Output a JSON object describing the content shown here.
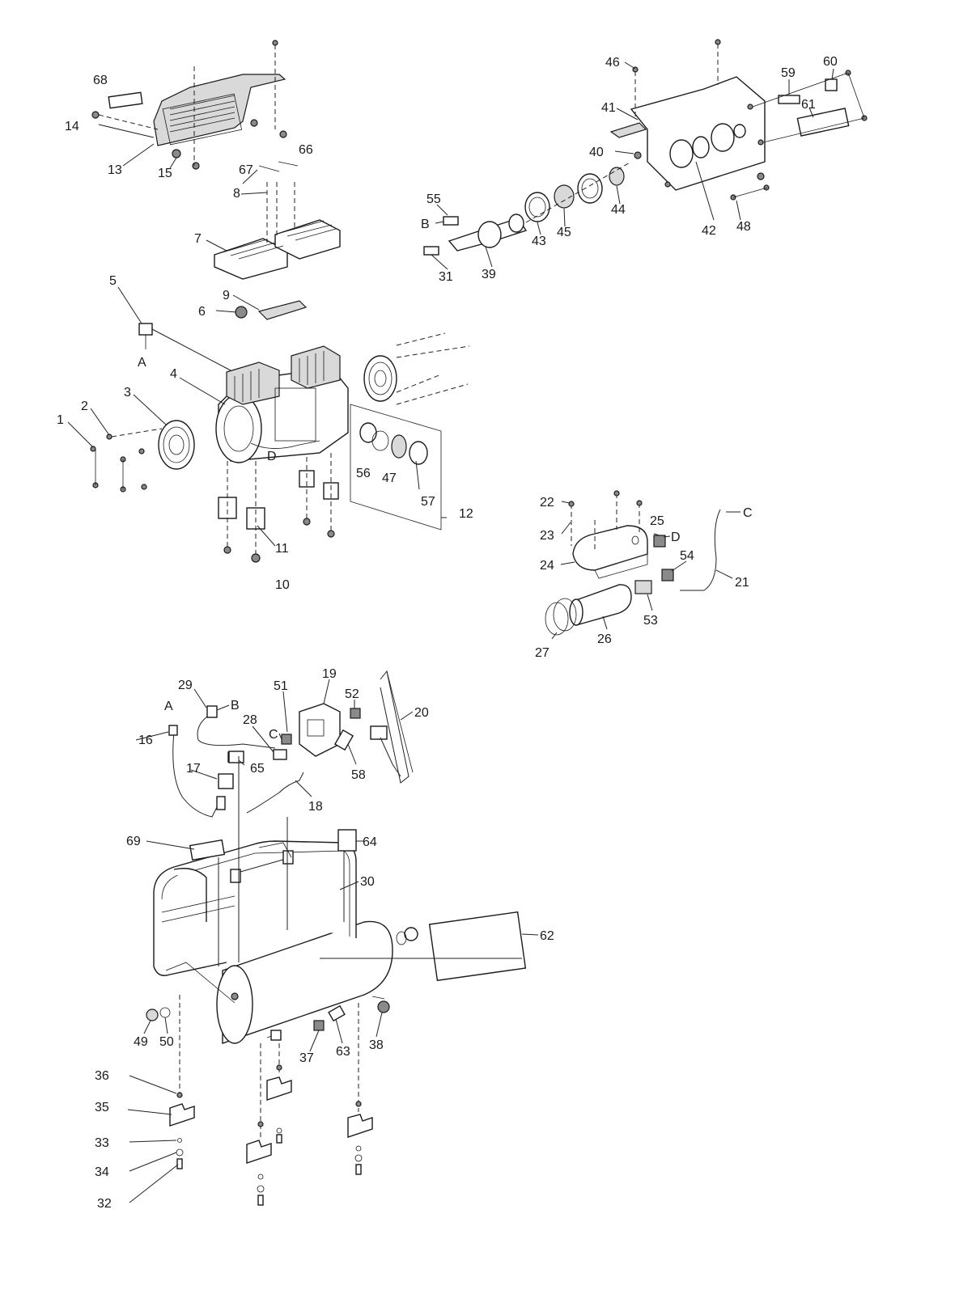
{
  "labels": {
    "p1": "1",
    "p2": "2",
    "p3": "3",
    "p4": "4",
    "p5": "5",
    "p6": "6",
    "p7": "7",
    "p8": "8",
    "p9": "9",
    "p10": "10",
    "p11": "11",
    "p12": "12",
    "p13": "13",
    "p14": "14",
    "p15": "15",
    "p16": "16",
    "p17": "17",
    "p18": "18",
    "p19": "19",
    "p20": "20",
    "p21": "21",
    "p22": "22",
    "p23": "23",
    "p24": "24",
    "p25": "25",
    "p26": "26",
    "p27": "27",
    "p28": "28",
    "p29": "29",
    "p30": "30",
    "p31": "31",
    "p32": "32",
    "p33": "33",
    "p34": "34",
    "p35": "35",
    "p36": "36",
    "p37": "37",
    "p38": "38",
    "p39": "39",
    "p40": "40",
    "p41": "41",
    "p42": "42",
    "p43": "43",
    "p44": "44",
    "p45": "45",
    "p46": "46",
    "p47": "47",
    "p48": "48",
    "p49": "49",
    "p50": "50",
    "p51": "51",
    "p52": "52",
    "p53": "53",
    "p54": "54",
    "p55": "55",
    "p56": "56",
    "p57": "57",
    "p58": "58",
    "p59": "59",
    "p60": "60",
    "p61": "61",
    "p62": "62",
    "p63": "63",
    "p64": "64",
    "p65": "65",
    "p66": "66",
    "p67": "67",
    "p68": "68",
    "p69": "69"
  },
  "connectors": {
    "A_top": "A",
    "A_bottom": "A",
    "B_top": "B",
    "B_bottom": "B",
    "C_top": "C",
    "C_bottom": "C",
    "D_top": "D",
    "D_bottom": "D"
  }
}
